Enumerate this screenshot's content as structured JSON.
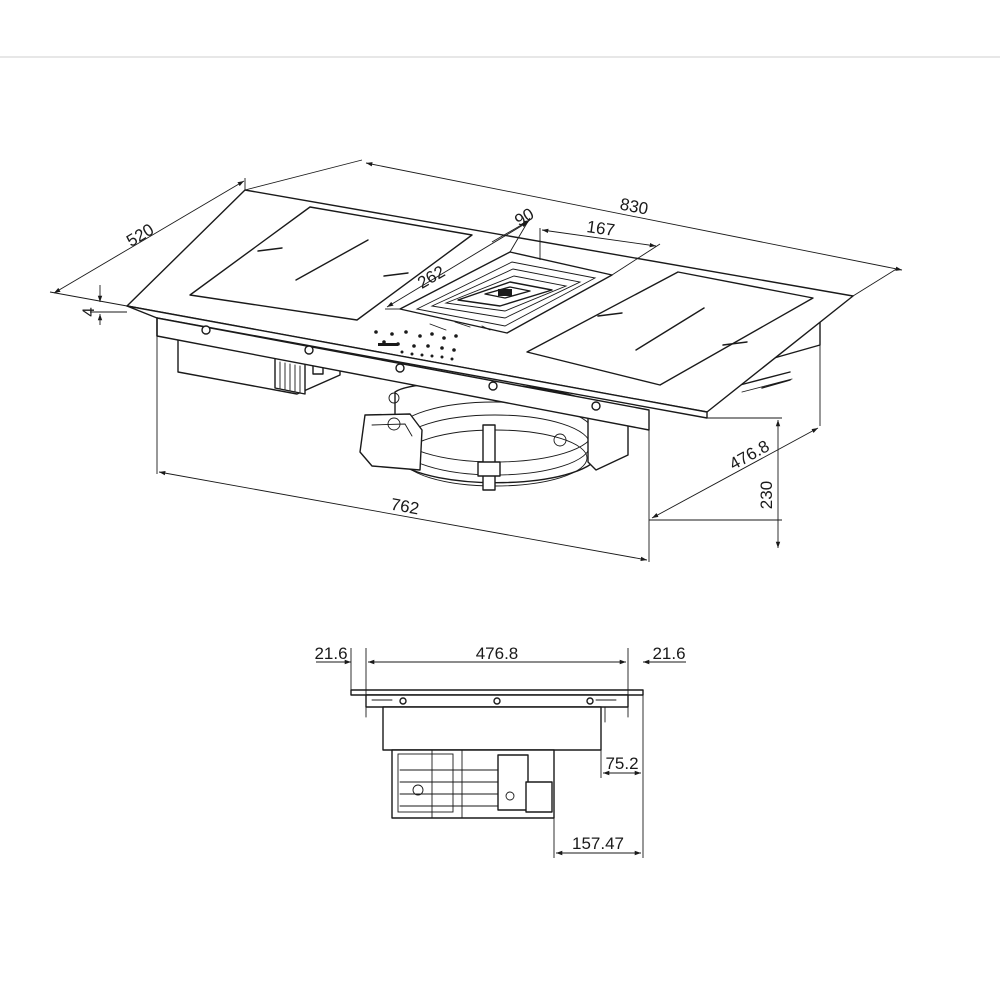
{
  "top_view": {
    "dimensions": {
      "width_830": "830",
      "depth_520": "520",
      "glass_4": "4",
      "cutout_762": "762",
      "cutout_476_8": "476.8",
      "height_230": "230",
      "vent_262": "262",
      "vent_90": "90",
      "vent_167": "167"
    }
  },
  "side_view": {
    "dimensions": {
      "left_21_6": "21.6",
      "center_476_8": "476.8",
      "right_21_6": "21.6",
      "offset_75_2": "75.2",
      "offset_157_47": "157.47"
    }
  }
}
